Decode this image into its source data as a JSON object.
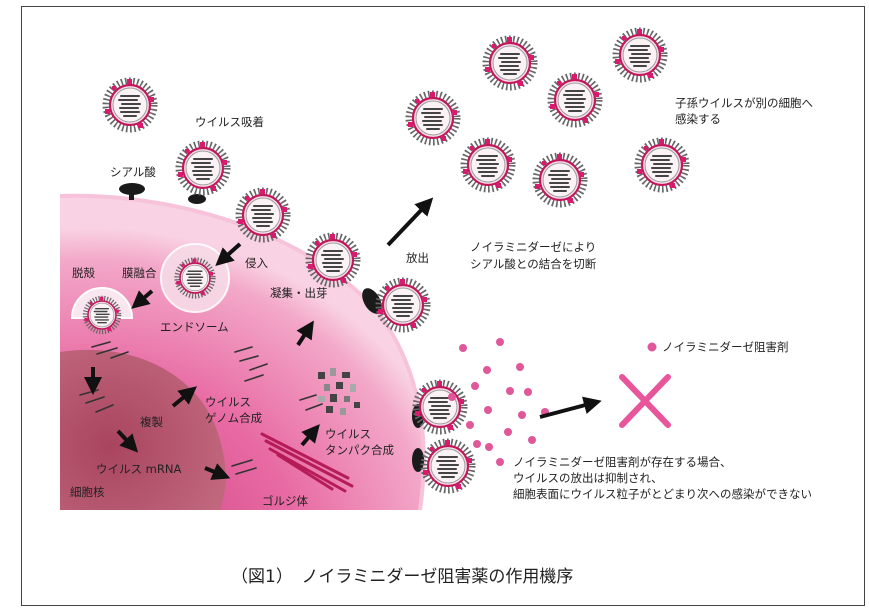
{
  "labels": {
    "attachment": "ウイルス吸着",
    "sialic_acid": "シアル酸",
    "invasion": "侵入",
    "uncoating": "脱殻",
    "membrane_fusion": "膜融合",
    "endosome": "エンドソーム",
    "assembly_budding": "凝集・出芽",
    "release": "放出",
    "replication": "複製",
    "genome_synthesis_line1": "ウイルス",
    "genome_synthesis_line2": "ゲノム合成",
    "mrna": "ウイルス mRNA",
    "protein_synthesis_line1": "ウイルス",
    "protein_synthesis_line2": "タンパク合成",
    "golgi": "ゴルジ体",
    "nucleus": "細胞核",
    "progeny_line1": "子孫ウイルスが別の細胞へ",
    "progeny_line2": "感染する",
    "cleave_line1": "ノイラミニダーゼにより",
    "cleave_line2": "シアル酸との結合を切断",
    "inhibitor_legend": "ノイラミニダーゼ阻害剤",
    "inhibited_line1": "ノイラミニダーゼ阻害剤が存在する場合、",
    "inhibited_line2": "ウイルスの放出は抑制され、",
    "inhibited_line3": "細胞表面にウイルス粒子がとどまり次への感染ができない"
  },
  "caption": "（図1）　ノイラミニダーゼ阻害薬の作用機序",
  "colors": {
    "cell_outer": "#f2a3c7",
    "cell_inner": "#e0639c",
    "nucleus": "#b14f6c",
    "virus_pink": "#d81b6f",
    "spike_gray": "#777777",
    "cross": "#e8559a"
  }
}
